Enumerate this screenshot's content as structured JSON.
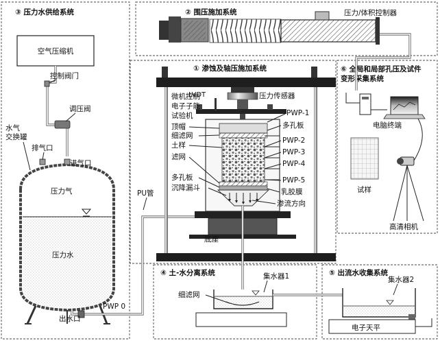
{
  "sections": {
    "s1": "① 渗蚀及轴压施加系统",
    "s2": "② 围压施加系统",
    "s3": "③ 压力水供给系统",
    "s4": "④ 土-水分离系统",
    "s5": "⑤ 出流水收集系统",
    "s6_line1": "⑥ 全局和局部孔压及试件",
    "s6_line2": "变形采集系统"
  },
  "supply": {
    "compressor": "空气压缩机",
    "control_valve": "控制阀门",
    "pressure_valve": "调压阀",
    "tank_line1": "水气",
    "tank_line2": "交换罐",
    "vent": "排气口",
    "inlet": "进气口",
    "pressure_gas": "压力气",
    "pressure_water": "压力水",
    "outlet": "出水口",
    "pwp0": "PWP 0",
    "pu_pipe": "PU管"
  },
  "confining": {
    "controller": "压力/体积控制器"
  },
  "main": {
    "machine_line1": "微机控制",
    "machine_line2": "电子子能",
    "machine_line3": "试验机",
    "lvdt": "LVDT",
    "sensor": "压力传感器",
    "top_cap": "顶帽",
    "fine_mesh": "细滤网",
    "soil": "土样",
    "filter_mesh": "滤网",
    "porous_plate_bottom": "多孔板",
    "funnel": "沉降漏斗",
    "base": "底座",
    "pwp1": "PWP-1",
    "porous_plate_top": "多孔板",
    "pwp2": "PWP-2",
    "pwp3": "PWP-3",
    "pwp4": "PWP-4",
    "pwp5": "PWP-5",
    "latex": "乳胶膜",
    "seepage": "渗流方向"
  },
  "acquisition": {
    "computer": "电脑终端",
    "specimen": "试样",
    "camera": "高清相机"
  },
  "separation": {
    "collector1": "集水器1",
    "fine_mesh": "细滤网"
  },
  "collection": {
    "collector2": "集水器2",
    "balance": "电子天平"
  }
}
